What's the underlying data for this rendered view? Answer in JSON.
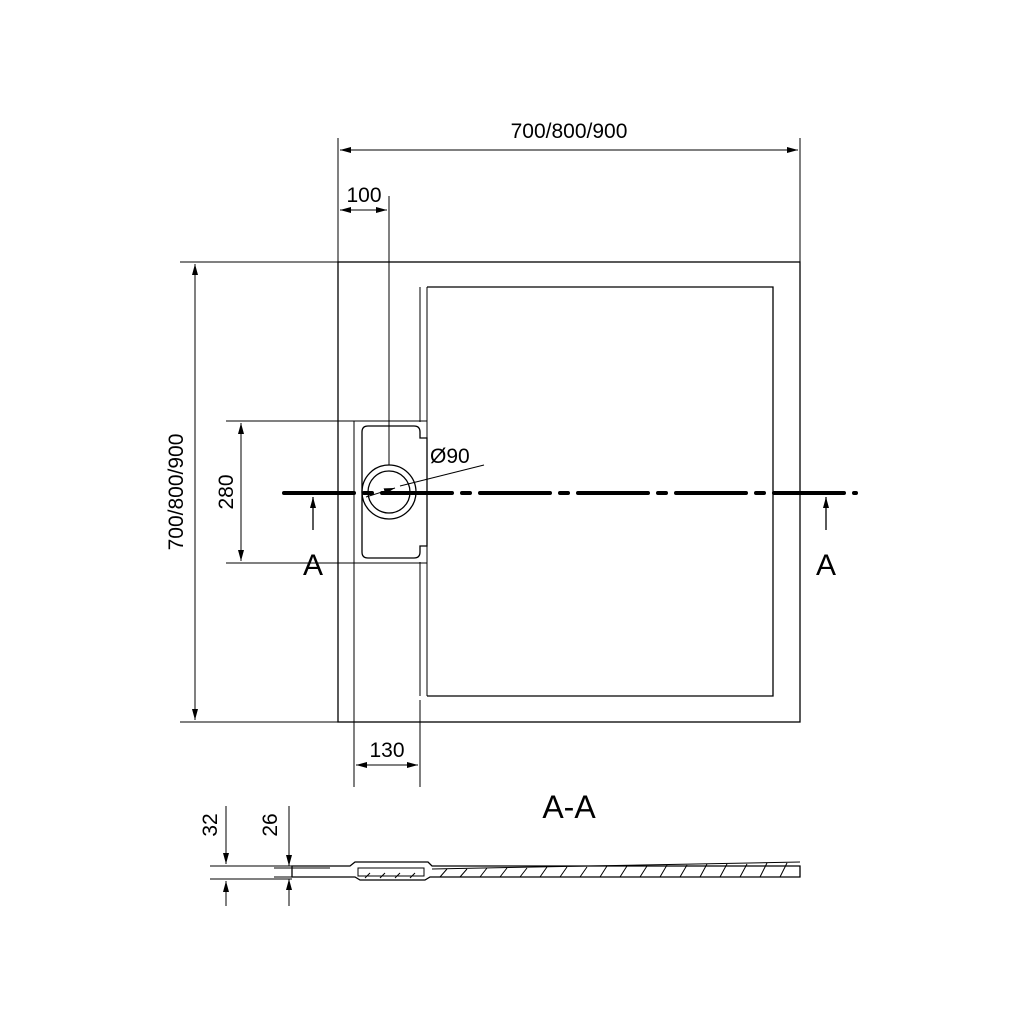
{
  "dimensions": {
    "overall_width": "700/800/900",
    "overall_height": "700/800/900",
    "drain_offset": "100",
    "drain_zone_height": "280",
    "drain_zone_width": "130",
    "drain_diameter": "Ø90",
    "section_total_height": "32",
    "section_tray_height": "26"
  },
  "section_marks": {
    "left": "A",
    "right": "A",
    "view_title": "A-A"
  },
  "colors": {
    "line": "#000000",
    "background": "#ffffff"
  }
}
